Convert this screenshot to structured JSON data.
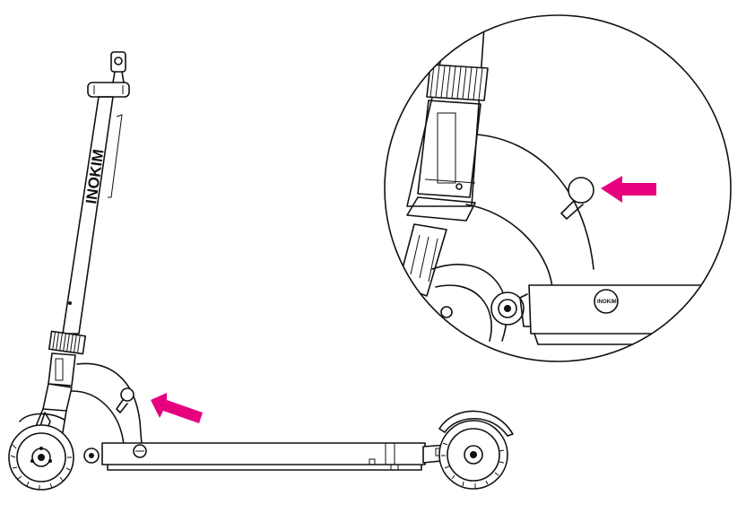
{
  "figure": {
    "brand_text": "INOKIM",
    "badge_text": "INOKIM",
    "arrow_color": "#e6007e",
    "line_color": "#111111",
    "background": "#ffffff"
  },
  "callouts": [
    {
      "name": "scooter-arrow-icon",
      "points_to": "folding-lever"
    },
    {
      "name": "zoom-arrow-icon",
      "points_to": "folding-lever"
    }
  ]
}
